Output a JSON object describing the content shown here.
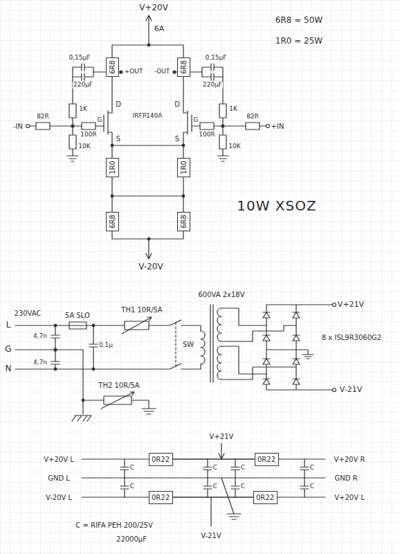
{
  "diagram": {
    "title": "10W XSOZ",
    "nodes": [
      {
        "text": [
          "6R8"
        ]
      },
      {
        "text": [
          "6R8"
        ]
      },
      {
        "text": [
          "1R0"
        ]
      },
      {
        "text": [
          "1R0"
        ]
      },
      {
        "text": [
          "6R8"
        ]
      },
      {
        "text": [
          "6R8"
        ]
      },
      {
        "text": [
          "0R22"
        ]
      },
      {
        "text": [
          "0R22"
        ]
      },
      {
        "text": [
          "0R22"
        ]
      },
      {
        "text": [
          "0R22"
        ]
      }
    ],
    "edges": [
      {
        "from": 0,
        "to": 1,
        "arrow": "none"
      },
      {
        "from": 2,
        "to": 4,
        "arrow": "none"
      },
      {
        "from": 3,
        "to": 5,
        "arrow": "none"
      },
      {
        "from": 4,
        "to": 5,
        "arrow": "none"
      },
      {
        "from": 6,
        "to": 7,
        "arrow": "none"
      },
      {
        "from": 8,
        "to": 9,
        "arrow": "none"
      }
    ],
    "labels": [
      "V+20V",
      "6A",
      "6R8 = 50W",
      "1R0 = 25W",
      "0,15μF",
      "220μF",
      "+OUT",
      "-OUT",
      "D",
      "D",
      "IRFP140A",
      "1K",
      "82R",
      "G",
      "-IN",
      "100R",
      "10K",
      "S",
      "S",
      "0,15μF",
      "220μF",
      "1K",
      "100R",
      "G",
      "82R",
      "+IN",
      "10K",
      "V-20V",
      "230VAC",
      "5A SLO",
      "TH1 10R/5A",
      "600VA 2x18V",
      "V+21V",
      "L",
      "4,7n",
      "0,1μ",
      "G",
      "4,7n",
      "N",
      "SW",
      "8 x ISL9R3060G2",
      "TH2 10R/5A",
      "V-21V",
      "V+21V",
      "V+20V L",
      "GND L",
      "V-20V L",
      "V+20V R",
      "GND R",
      "V+20V L",
      "C",
      "C",
      "C",
      "C",
      "C",
      "C",
      "C",
      "C",
      "C = RIFA PEH 200/25V",
      "22000μF",
      "V-21V"
    ]
  }
}
